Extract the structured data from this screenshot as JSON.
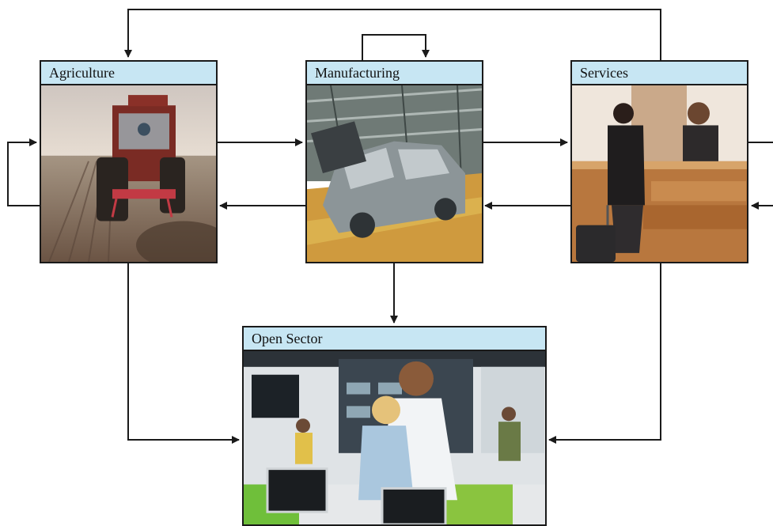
{
  "sectors": {
    "agriculture": {
      "label": "Agriculture",
      "photo": "tractor-plowing-field"
    },
    "manufacturing": {
      "label": "Manufacturing",
      "photo": "car-assembly-line"
    },
    "services": {
      "label": "Services",
      "photo": "hotel-front-desk-checkin"
    },
    "open_sector": {
      "label": "Open Sector",
      "photo": "electronics-store-laptops"
    }
  },
  "colors": {
    "label_fill": "#c7e6f3",
    "arrow": "#1a1a1a"
  }
}
